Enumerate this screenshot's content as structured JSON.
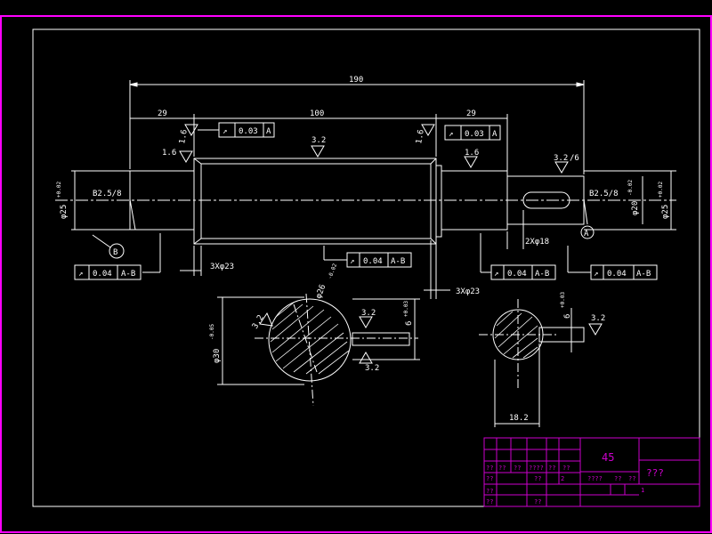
{
  "colors": {
    "background": "#000000",
    "line": "#ffffff",
    "frame": "#ff00ff",
    "titleblock": "#cc00cc",
    "text_white": "#ffffff"
  },
  "dims": {
    "overall": "190",
    "left_shoulder": "29",
    "middle": "100",
    "right_shoulder": "29",
    "thread_left": "3Xφ23",
    "thread_right": "3Xφ23",
    "keyway_len": "2Xφ18",
    "section_b_width": "18.2"
  },
  "roughness": {
    "r1": "1.6",
    "r2": "1.6",
    "r3": "3.2",
    "r4": "1.6",
    "r5": "1.6",
    "r6": "3.2",
    "r7": "/6",
    "section_a1": "3.2",
    "section_a2": "3.2",
    "section_a3": "3.2",
    "section_b": "3.2"
  },
  "tolerances": {
    "tol_top_left": [
      "↗",
      "0.03",
      "A"
    ],
    "tol_top_right": [
      "↗",
      "0.03",
      "A"
    ],
    "tol_bottom_left": [
      "↗",
      "0.04",
      "A-B"
    ],
    "tol_bottom_mid": [
      "↗",
      "0.04",
      "A-B"
    ],
    "tol_bottom_r1": [
      "↗",
      "0.04",
      "A-B"
    ],
    "tol_bottom_r2": [
      "↗",
      "0.04",
      "A-B"
    ]
  },
  "labels": {
    "chamfer_left": "B2.5/8",
    "chamfer_right": "B2.5/8",
    "datum_b": "B",
    "datum_a": "A",
    "dia_left": "φ25",
    "dia_left_tol": "+0.02",
    "dia_right": "φ25",
    "dia_right_tol": "+0.02",
    "dia_key": "φ20",
    "dia_key_tol": "-0.02",
    "section_a_dia": "φ30",
    "section_a_dia_tol": "-0.05",
    "section_a_spline": "φ26",
    "section_a_spline_tol": "-0.02",
    "section_a_key": "6",
    "section_a_key_tol": "+0.03",
    "section_b_key": "6",
    "section_b_key_tol": "+0.03"
  },
  "titleblock": {
    "material": "45",
    "name": "???",
    "cells": [
      "??",
      "??",
      "??",
      "????",
      "??",
      "??",
      "????",
      "??",
      "??",
      "??",
      "??",
      "??",
      "??",
      "2",
      "??",
      "1"
    ]
  }
}
